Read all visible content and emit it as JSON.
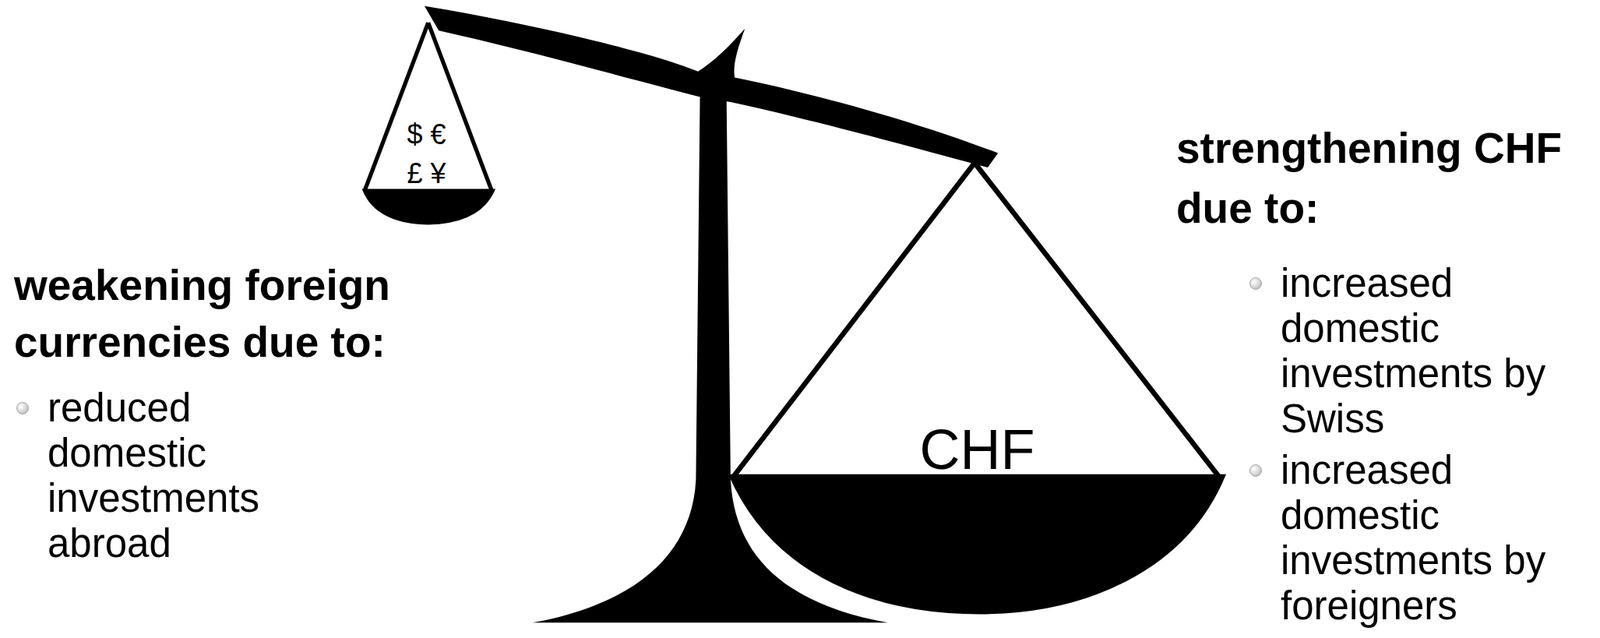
{
  "diagram": {
    "nodes": [
      {
        "text": [
          "$ € £ ¥"
        ]
      },
      {
        "text": [
          "CHF"
        ]
      }
    ],
    "labels": [
      "weakening foreign currencies due to:",
      "reduced domestic investments abroad",
      "strengthening CHF due to:",
      "increased domestic investments by Swiss",
      "increased domestic investments by foreigners"
    ]
  }
}
